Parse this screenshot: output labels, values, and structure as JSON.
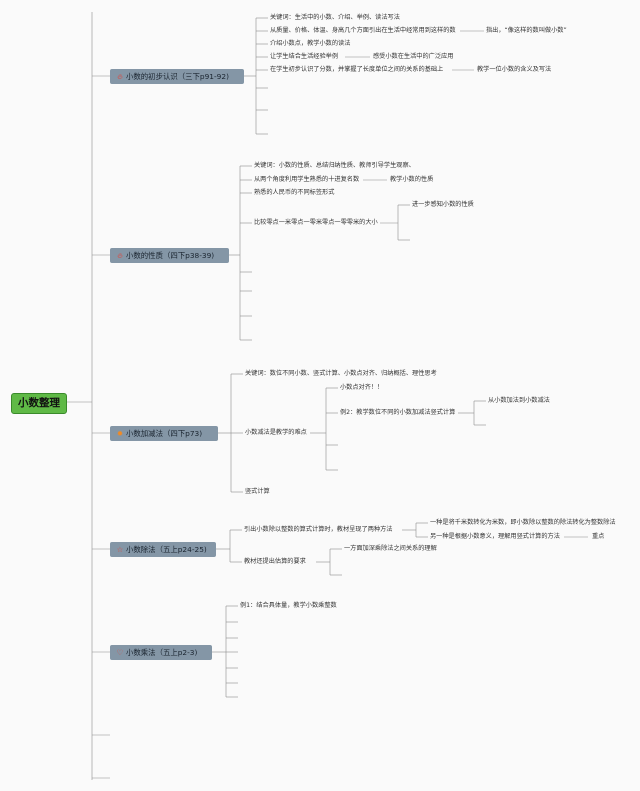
{
  "root": {
    "label": "小数整理"
  },
  "topics": [
    {
      "label": "小数的初步认识（三下p91-92)",
      "icon": "fire-icon",
      "icon_color": "#e0463a"
    },
    {
      "label": "小数的性质（四下p38-39)",
      "icon": "fire-icon",
      "icon_color": "#e0463a"
    },
    {
      "label": "小数加减法（四下p73)",
      "icon": "sun-icon",
      "icon_color": "#f08a24"
    },
    {
      "label": "小数除法（五上p24-25)",
      "icon": "star-outline-icon",
      "icon_color": "#e0463a"
    },
    {
      "label": "小数乘法（五上p2-3)",
      "icon": "heart-outline-icon",
      "icon_color": "#e0463a"
    }
  ],
  "t1": {
    "items": [
      "关键词：生活中的小数、介绍、举例、读法写法",
      "从质量、价格、体温、身高几个方面引出在生活中经常用到这样的数",
      "介绍小数点，教学小数的读法",
      "让学生结合生活经验举例",
      "在学生初步认识了分数，并掌握了长度单位之间的关系的基础上"
    ],
    "notes": [
      "指出，“像这样的数叫做小数”",
      "感受小数在生活中的广泛应用",
      "教学一位小数的含义及写法"
    ]
  },
  "t2": {
    "items": [
      "关键词：小数的性质、总结归纳性质、教师引导学生观察、",
      "从两个角度利用学生熟悉的十进复名数",
      "熟悉的人民币的不同标签形式",
      "比较零点一米零点一零米零点一零零米的大小"
    ],
    "notes": [
      "教学小数的性质",
      "进一步感知小数的性质"
    ]
  },
  "t3": {
    "items": [
      "关键词：数位不同小数、竖式计算、小数点对齐、归纳概括、理性思考",
      "小数减法是教学的难点",
      "竖式计算"
    ],
    "sub": [
      "小数点对齐！！",
      "例2：教学数位不同的小数加减法竖式计算"
    ],
    "notes": [
      "从小数加法到小数减法"
    ]
  },
  "t4": {
    "items": [
      "引出小数除以整数的算式计算时，教材呈现了两种方法",
      "教材还提出估算的要求"
    ],
    "sub": [
      "一种是将千米数转化为米数，即小数除以整数的除法转化为整数除法",
      "另一种是根据小数意义，理解用竖式计算的方法",
      "一方面加深乘除法之间关系的理解"
    ],
    "notes": [
      "重点"
    ]
  },
  "t5": {
    "items": [
      "例1：结合具体量，教学小数乘整数"
    ]
  }
}
